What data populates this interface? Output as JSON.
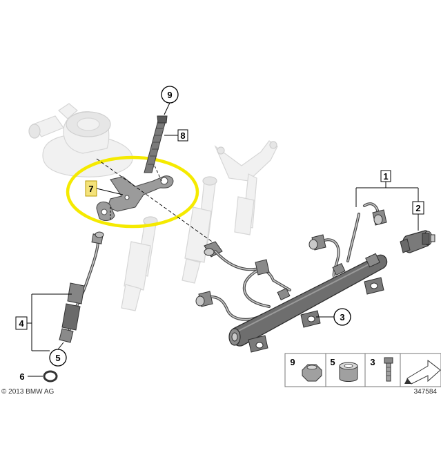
{
  "copyright": "© 2013 BMW AG",
  "diagram_number": "347584",
  "callouts": {
    "c1": "1",
    "c2": "2",
    "c3": "3",
    "c4": "4",
    "c5": "5",
    "c6": "6",
    "c7": "7",
    "c8": "8",
    "c9": "9"
  },
  "legend": {
    "items": [
      {
        "label": "9",
        "part": "nut"
      },
      {
        "label": "5",
        "part": "sleeve"
      },
      {
        "label": "3",
        "part": "bolt"
      }
    ]
  },
  "colors": {
    "highlight_ring": "#f5ea00",
    "highlight_box": "#f4e27a",
    "part_dark": "#4a4a4a",
    "part_ghost": "#f1f1f1"
  }
}
